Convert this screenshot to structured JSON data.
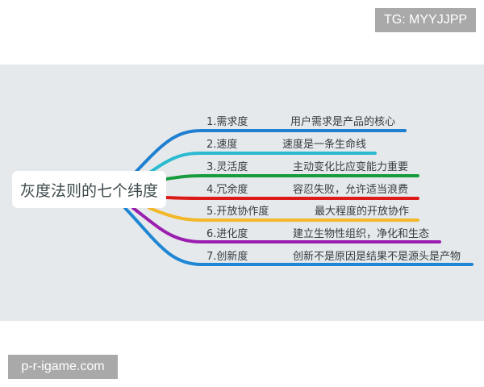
{
  "watermarks": {
    "top_right": "TG: MYYJJPP",
    "bottom_left": "p-r-igame.com"
  },
  "mindmap": {
    "center_title": "灰度法则的七个纬度",
    "branches": [
      {
        "label": "1.需求度",
        "desc": "用户需求是产品的核心",
        "color": "#1f7fd0"
      },
      {
        "label": "2.速度",
        "desc": "速度是一条生命线",
        "color": "#2bbad0"
      },
      {
        "label": "3.灵活度",
        "desc": "主动变化比应变能力重要",
        "color": "#169c3c"
      },
      {
        "label": "4.冗余度",
        "desc": "容忍失败，允许适当浪费",
        "color": "#dd1a1a"
      },
      {
        "label": "5.开放协作度",
        "desc": "最大程度的开放协作",
        "color": "#f2b82a"
      },
      {
        "label": "6.进化度",
        "desc": "建立生物性组织，净化和生态",
        "color": "#9a1fae"
      },
      {
        "label": "7.创新度",
        "desc": "创新不是原因是结果不是源头是产物",
        "color": "#1f86d4"
      }
    ]
  },
  "colors": {
    "background": "#ffffff",
    "band": "#e6e9ec",
    "watermark_bg": "#a9a9a9"
  }
}
